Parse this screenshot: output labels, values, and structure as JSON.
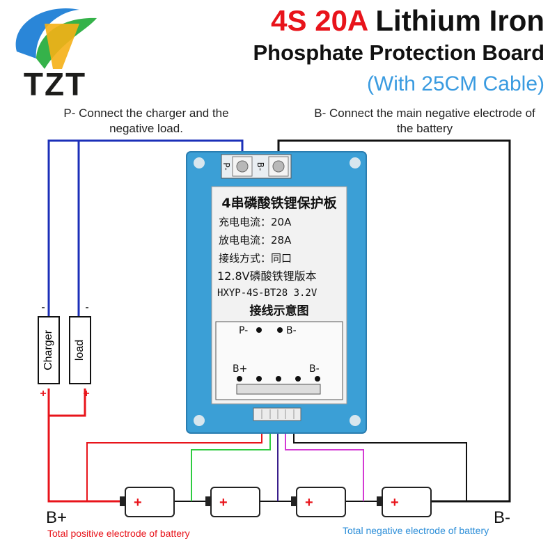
{
  "brand": {
    "logo_text": "TZT"
  },
  "title": {
    "line1_accent": "4S 20A",
    "line1_rest": " Lithium Iron",
    "line2": "Phosphate Protection Board",
    "line3": "(With 25CM Cable)"
  },
  "notes": {
    "p_minus": "P- Connect the charger and the negative load.",
    "b_minus": "B- Connect the main negative electrode of the battery"
  },
  "board": {
    "pad_left": "P-",
    "pad_right": "B-",
    "label_lines": [
      "4串磷酸铁锂保护板",
      "充电电流：20A",
      "放电电流：28A",
      "接线方式：同口",
      "12.8V磷酸铁锂版本",
      "HXYP-4S-BT28 3.2V",
      "接线示意图"
    ],
    "diagram": {
      "p_minus": "P-",
      "b_minus_top": "B-",
      "b_plus": "B+",
      "b_minus_bottom": "B-"
    }
  },
  "devices": {
    "charger": "Charger",
    "load": "load",
    "minus_sign": "-",
    "plus_sign": "+"
  },
  "batteries": {
    "count": 4,
    "plus_sign": "+"
  },
  "terminals": {
    "b_plus": "B+",
    "b_minus": "B-",
    "total_positive": "Total positive electrode of battery",
    "total_negative": "Total negative electrode of battery"
  },
  "colors": {
    "title_accent": "#e8141b",
    "cable_note": "#3a9be0",
    "board_blue": "#3b9fd6",
    "wire_blue": "#1b2fb8",
    "wire_red": "#e8141b",
    "wire_green": "#2ecc40",
    "wire_purple": "#3a1e8c",
    "wire_magenta": "#d43ad4",
    "wire_black": "#111111"
  }
}
